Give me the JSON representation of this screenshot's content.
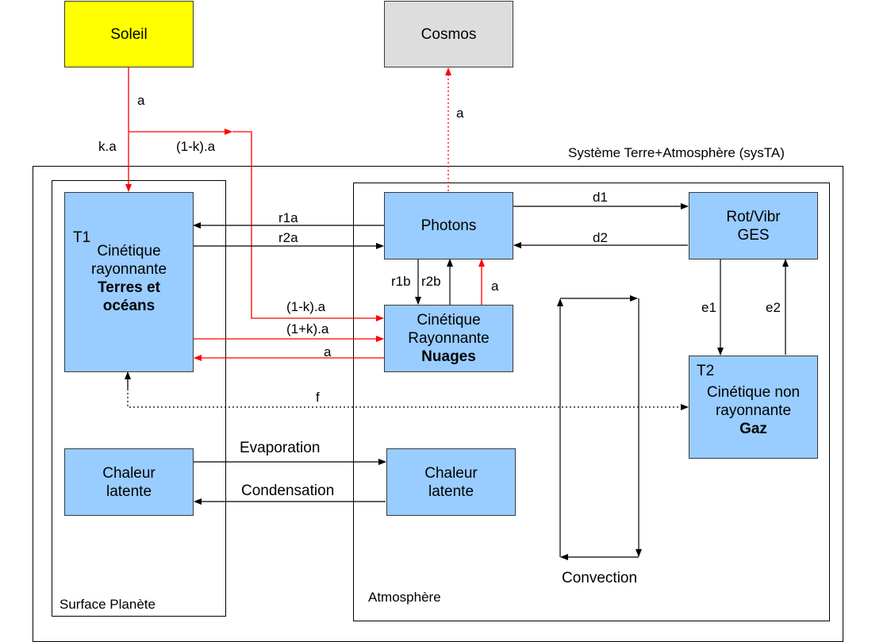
{
  "nodes": {
    "soleil": "Soleil",
    "cosmos": "Cosmos",
    "photons": "Photons",
    "rotvibr": {
      "line1": "Rot/Vibr",
      "line2": "GES"
    },
    "t1": {
      "tag": "T1",
      "line1": "Cinétique",
      "line2": "rayonnante",
      "bold1": "Terres et",
      "bold2": "océans"
    },
    "nuages": {
      "line1": "Cinétique",
      "line2": "Rayonnante",
      "bold": "Nuages"
    },
    "t2": {
      "tag": "T2",
      "line1": "Cinétique non",
      "line2": "rayonnante",
      "bold": "Gaz"
    },
    "chaleur_surface": {
      "line1": "Chaleur",
      "line2": "latente"
    },
    "chaleur_atmo": {
      "line1": "Chaleur",
      "line2": "latente"
    }
  },
  "frames": {
    "systa": "Système Terre+Atmosphère (sysTA)",
    "surface": "Surface Planète",
    "atmosphere": "Atmosphère"
  },
  "labels": {
    "a_top": "a",
    "ka": "k.a",
    "one_minus_k_top": "(1-k).a",
    "a_cosmos": "a",
    "d1": "d1",
    "d2": "d2",
    "r1a": "r1a",
    "r2a": "r2a",
    "r1b": "r1b",
    "r2b": "r2b",
    "a_nuages_up": "a",
    "one_minus_k": "(1-k).a",
    "one_plus_k": "(1+k).a",
    "a_to_t1": "a",
    "e1": "e1",
    "e2": "e2",
    "f": "f",
    "evaporation": "Evaporation",
    "condensation": "Condensation",
    "convection": "Convection"
  },
  "colors": {
    "box_blue": "#99ccff",
    "sun_yellow": "#ffff00",
    "cosmos_grey": "#dddddd",
    "arrow_red": "#ff0000",
    "arrow_black": "#000000"
  }
}
